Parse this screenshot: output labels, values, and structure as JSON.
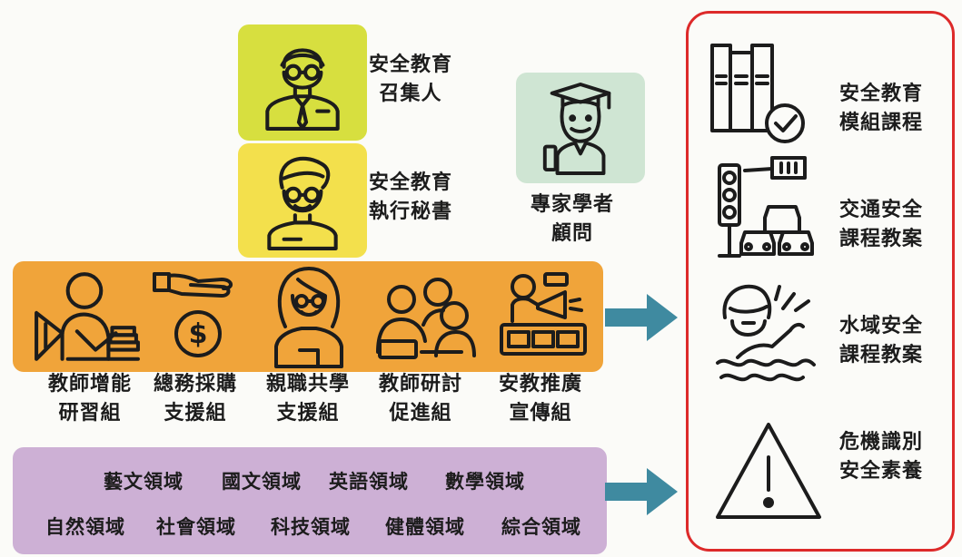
{
  "leaders": {
    "convener": {
      "line1": "安全教育",
      "line2": "召集人"
    },
    "secretary": {
      "line1": "安全教育",
      "line2": "執行秘書"
    }
  },
  "advisor": {
    "line1": "專家學者",
    "line2": "顧問"
  },
  "groups": [
    {
      "line1": "教師增能",
      "line2": "研習組"
    },
    {
      "line1": "總務採購",
      "line2": "支援組"
    },
    {
      "line1": "親職共學",
      "line2": "支援組"
    },
    {
      "line1": "教師研討",
      "line2": "促進組"
    },
    {
      "line1": "安教推廣",
      "line2": "宣傳組"
    }
  ],
  "domains": {
    "row1": [
      "藝文領域",
      "國文領域",
      "英語領域",
      "數學領域"
    ],
    "row2": [
      "自然領域",
      "社會領域",
      "科技領域",
      "健體領域",
      "綜合領域"
    ]
  },
  "outcomes": [
    {
      "line1": "安全教育",
      "line2": "模組課程"
    },
    {
      "line1": "交通安全",
      "line2": "課程教案"
    },
    {
      "line1": "水域安全",
      "line2": "課程教案"
    },
    {
      "line1": "危機識別",
      "line2": "安全素養"
    }
  ],
  "colors": {
    "convener_box": "#d7df3f",
    "secretary_box": "#f3e04c",
    "advisor_box": "#cfe5d3",
    "groups_band": "#f0a43a",
    "domains_band": "#cdb0d5",
    "arrow": "#3f8aa0",
    "frame": "#dd2a2a"
  },
  "icons": {
    "convener": "man-with-glasses-tie-icon",
    "secretary": "man-with-glasses-icon",
    "advisor": "graduate-scholar-icon",
    "groups": [
      "teacher-presentation-icon",
      "hand-money-icon",
      "parent-woman-icon",
      "group-discussion-icon",
      "megaphone-promotion-icon"
    ],
    "outcomes": [
      "books-checkmark-icon",
      "traffic-light-cars-icon",
      "drowning-person-icon",
      "warning-triangle-icon"
    ]
  }
}
